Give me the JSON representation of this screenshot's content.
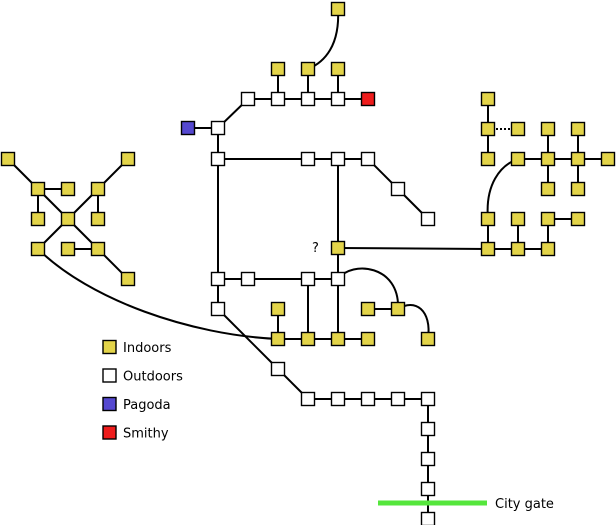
{
  "map": {
    "colors": {
      "indoors": "#e3d44a",
      "outdoors": "#ffffff",
      "pagoda": "#5548d0",
      "smithy": "#ee1c1c",
      "city_gate": "#55e63c",
      "stroke": "#000000"
    },
    "question_mark": "?",
    "city_gate_label": "City gate"
  },
  "legend": {
    "items": [
      {
        "key": "indoors",
        "label": "Indoors"
      },
      {
        "key": "outdoors",
        "label": "Outdoors"
      },
      {
        "key": "pagoda",
        "label": "Pagoda"
      },
      {
        "key": "smithy",
        "label": "Smithy"
      }
    ]
  }
}
